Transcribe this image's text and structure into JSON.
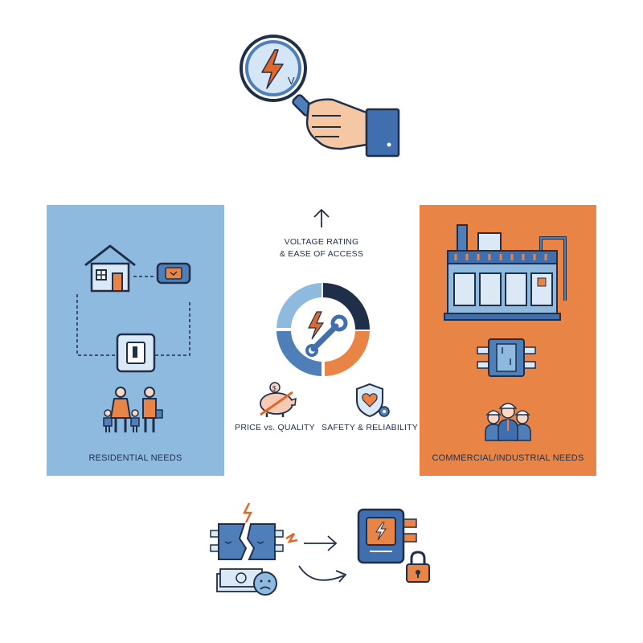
{
  "panels": {
    "residential": {
      "label": "RESIDENTIAL NEEDS"
    },
    "commercial": {
      "label": "COMMERCIAL/INDUSTRIAL NEEDS"
    }
  },
  "center": {
    "top_label_line1": "VOLTAGE RATING",
    "top_label_line2": "& EASE OF ACCESS",
    "price_label": "PRICE vs. QUALITY",
    "safety_label": "SAFETY & RELIABILITY"
  },
  "icons": [
    "magnifier-voltage-icon",
    "house-icon",
    "switch-icon",
    "family-icon",
    "factory-icon",
    "breaker-icon",
    "workers-icon",
    "cycle-tool-icon",
    "piggy-bank-icon",
    "shield-heart-icon",
    "broken-breaker-icon",
    "money-sad-icon",
    "secure-breaker-icon",
    "lock-icon"
  ],
  "colors": {
    "navy": "#1f2f4a",
    "blue": "#4f7fb8",
    "light_blue": "#8fbadf",
    "orange": "#e98447",
    "dark_orange": "#e0672a"
  }
}
